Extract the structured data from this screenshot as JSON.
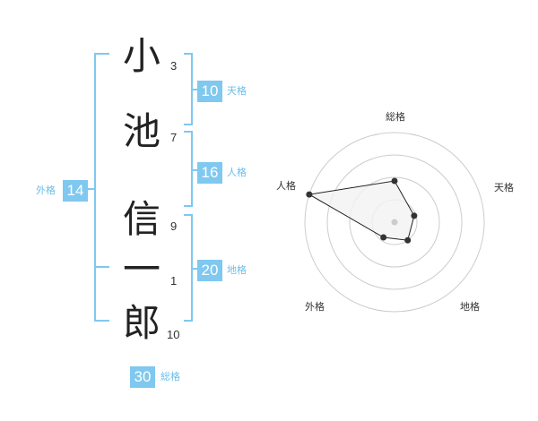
{
  "name": {
    "chars": [
      {
        "char": "小",
        "strokes": "3"
      },
      {
        "char": "池",
        "strokes": "7"
      },
      {
        "char": "信",
        "strokes": "9"
      },
      {
        "char": "一",
        "strokes": "1"
      },
      {
        "char": "郎",
        "strokes": "10"
      }
    ]
  },
  "fortunes": {
    "tenkaku": {
      "value": "10",
      "label": "天格"
    },
    "jinkaku": {
      "value": "16",
      "label": "人格"
    },
    "chikaku": {
      "value": "20",
      "label": "地格"
    },
    "gaikaku": {
      "value": "14",
      "label": "外格"
    },
    "soukaku": {
      "value": "30",
      "label": "総格"
    }
  },
  "colors": {
    "accent": "#7fc8f0",
    "accent_text": "#6cbde9",
    "radar_fill": "#f2f2f2",
    "radar_grid": "#cccccc"
  },
  "chart_data": {
    "type": "radar",
    "axes": [
      "総格",
      "天格",
      "地格",
      "外格",
      "人格"
    ],
    "values": [
      0.46,
      0.23,
      0.25,
      0.21,
      1.0
    ],
    "rmax": 1.0,
    "grid_rings": 4
  }
}
